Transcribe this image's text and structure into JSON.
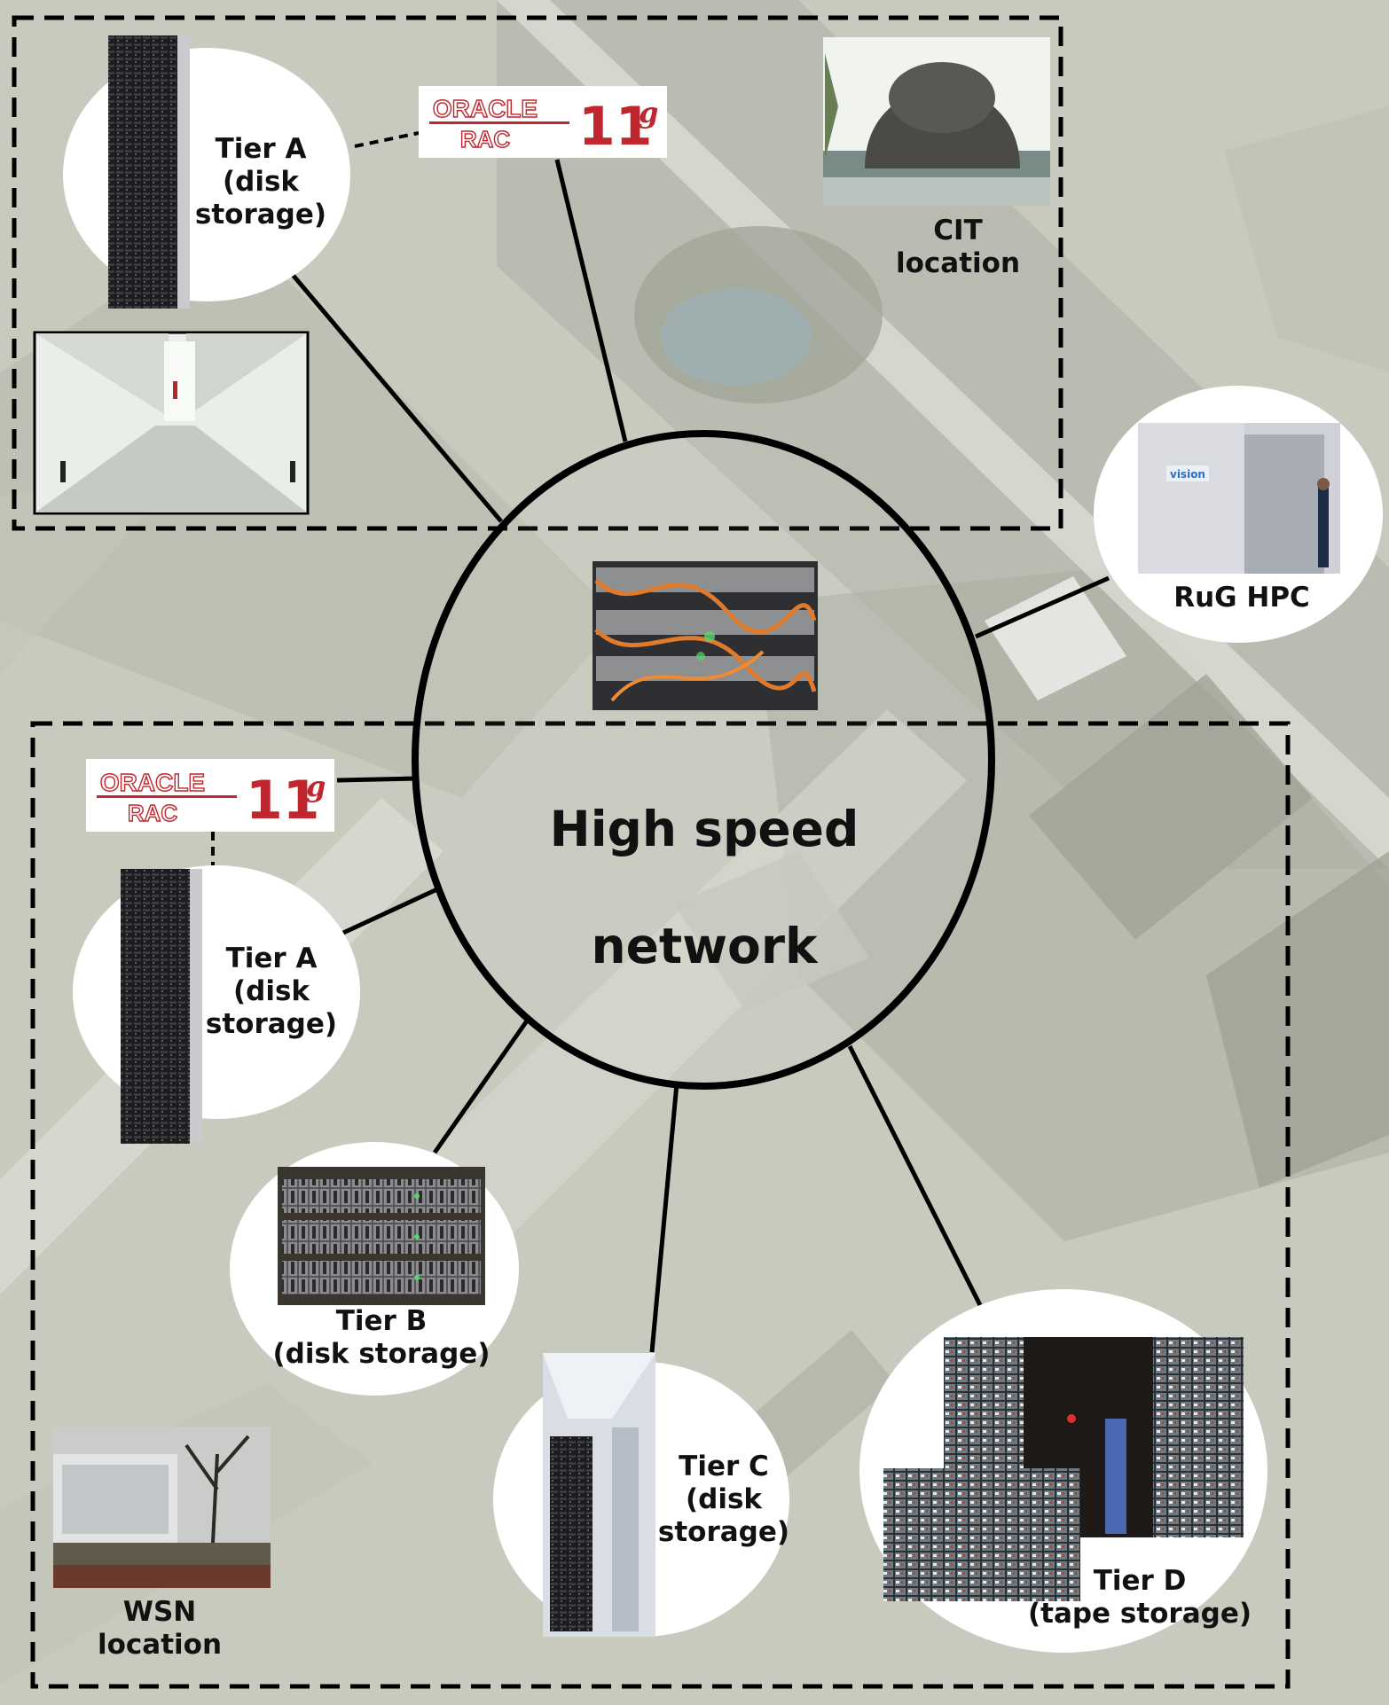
{
  "hub": {
    "line1": "High speed",
    "line2": "network"
  },
  "cit": {
    "location_label": "CIT\nlocation",
    "tier_a_label": "Tier A\n(disk\nstorage)",
    "oracle": {
      "brand": "ORACLE",
      "product": "RAC",
      "version": "11",
      "suffix": "g"
    }
  },
  "wsn": {
    "location_label": "WSN\nlocation",
    "tier_a_label": "Tier A\n(disk\nstorage)",
    "tier_b_label": "Tier B\n(disk storage)",
    "tier_c_label": "Tier C\n(disk\nstorage)",
    "tier_d_label": "Tier D\n(tape storage)",
    "oracle": {
      "brand": "ORACLE",
      "product": "RAC",
      "version": "11",
      "suffix": "g"
    }
  },
  "rug": {
    "label": "RuG HPC",
    "sign": "vision"
  },
  "colors": {
    "oracle_red": "#c0262d",
    "line": "#000000",
    "map_bg": "#c9cbbf"
  }
}
